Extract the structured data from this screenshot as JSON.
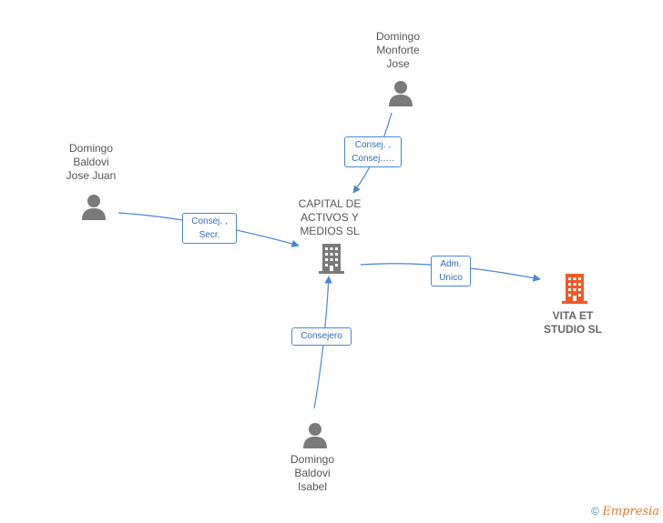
{
  "nodes": {
    "monforte": {
      "label": "Domingo\nMonforte\nJose",
      "type": "person"
    },
    "baldovi_juan": {
      "label": "Domingo\nBaldovi\nJose Juan",
      "type": "person"
    },
    "capital": {
      "label": "CAPITAL DE\nACTIVOS Y\nMEDIOS  SL",
      "type": "company"
    },
    "vita": {
      "label": "VITA ET\nSTUDIO  SL",
      "type": "company-focus"
    },
    "baldovi_isabel": {
      "label": "Domingo\nBaldovi\nIsabel",
      "type": "person"
    }
  },
  "edges": {
    "monforte_capital": "Consej. ,\nConsej.….",
    "juan_capital": "Consej. ,\nSecr.",
    "capital_vita": "Adm.\nUnico",
    "isabel_capital": "Consejero"
  },
  "colors": {
    "edge": "#4a86d8",
    "person_icon": "#7a7a7a",
    "company_icon": "#7a7a7a",
    "focus_company_icon": "#f05a28"
  },
  "footer": {
    "copyright": "©",
    "brand": "Empresia"
  }
}
